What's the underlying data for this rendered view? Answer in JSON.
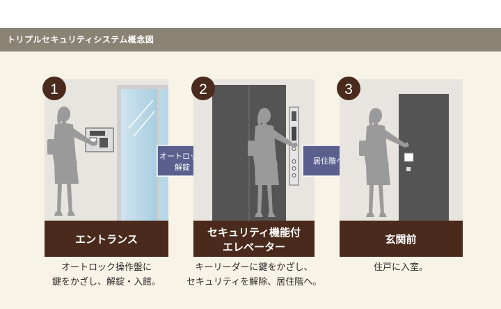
{
  "header": {
    "title": "トリプルセキュリティシステム概念図"
  },
  "steps": [
    {
      "number": "1",
      "label_lines": [
        "エントランス"
      ],
      "desc_lines": [
        "オートロック操作盤に",
        "鍵をかざし、解錠・入館。"
      ]
    },
    {
      "number": "2",
      "label_lines": [
        "セキュリティ機能付",
        "エレベーター"
      ],
      "desc_lines": [
        "キーリーダーに鍵をかざし、",
        "セキュリティを解除、居住階へ。"
      ]
    },
    {
      "number": "3",
      "label_lines": [
        "玄関前"
      ],
      "desc_lines": [
        "住戸に入室。"
      ]
    }
  ],
  "arrows": [
    {
      "lines": [
        "オートロック",
        "解錠"
      ]
    },
    {
      "lines": [
        "居住階へ"
      ]
    }
  ],
  "colors": {
    "header_bar": "#8a8273",
    "panel_bg": "#f7f3e6",
    "scene_bg": "#e8e4df",
    "label_bar": "#4a2a1c",
    "number_circle": "#4a2a1c",
    "arrow_fill": "#5b5f8e",
    "silhouette": "#9a9a9a",
    "dark_door": "#545454"
  }
}
